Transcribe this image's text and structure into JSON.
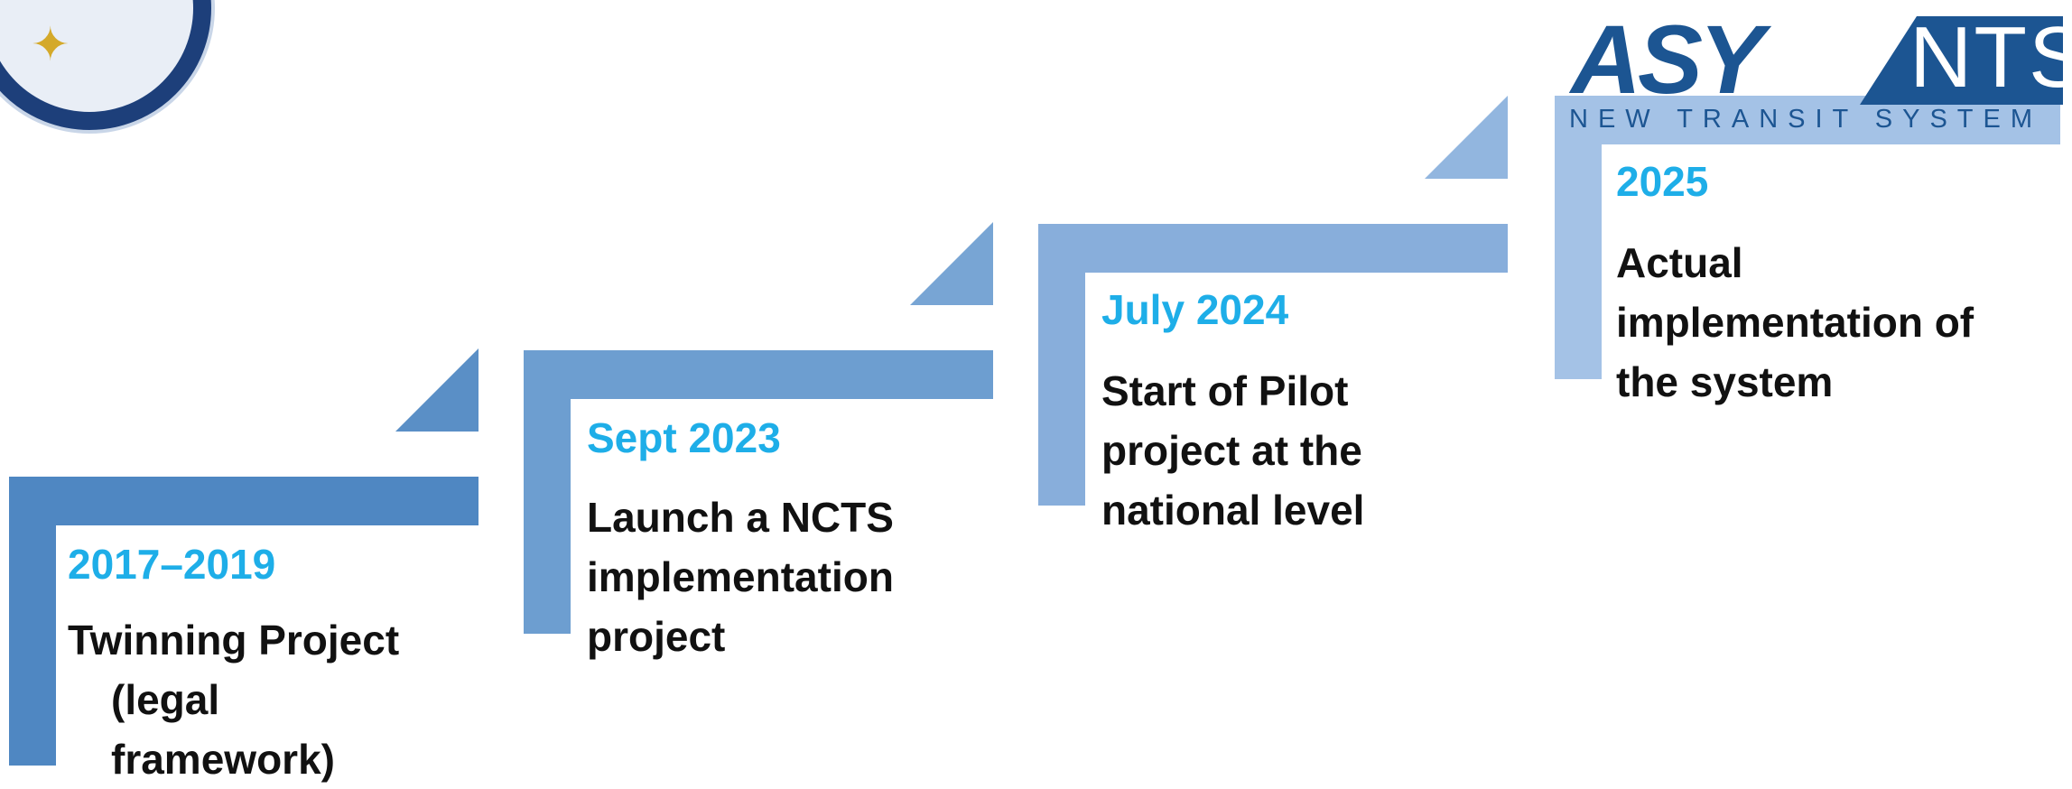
{
  "logo": {
    "main_left": "ASY",
    "main_right": "NTS",
    "subtitle": "NEW TRANSIT SYSTEM",
    "color": "#1c5592"
  },
  "seal": {
    "icon": "emblem-icon"
  },
  "timeline": {
    "step_colors": [
      "#4f87c2",
      "#6d9ed0",
      "#88aedb",
      "#a4c2e6"
    ],
    "year_color": "#1eaee8",
    "steps": [
      {
        "year": "2017–2019",
        "description_lines": [
          "Twinning Project",
          "(legal",
          "framework)"
        ]
      },
      {
        "year": "Sept 2023",
        "description_lines": [
          "Launch a NCTS",
          "implementation",
          "project"
        ]
      },
      {
        "year": "July 2024",
        "description_lines": [
          "Start of Pilot",
          "project at the",
          "national level"
        ]
      },
      {
        "year": "2025",
        "description_lines": [
          "Actual",
          "implementation of",
          "the system"
        ]
      }
    ]
  }
}
